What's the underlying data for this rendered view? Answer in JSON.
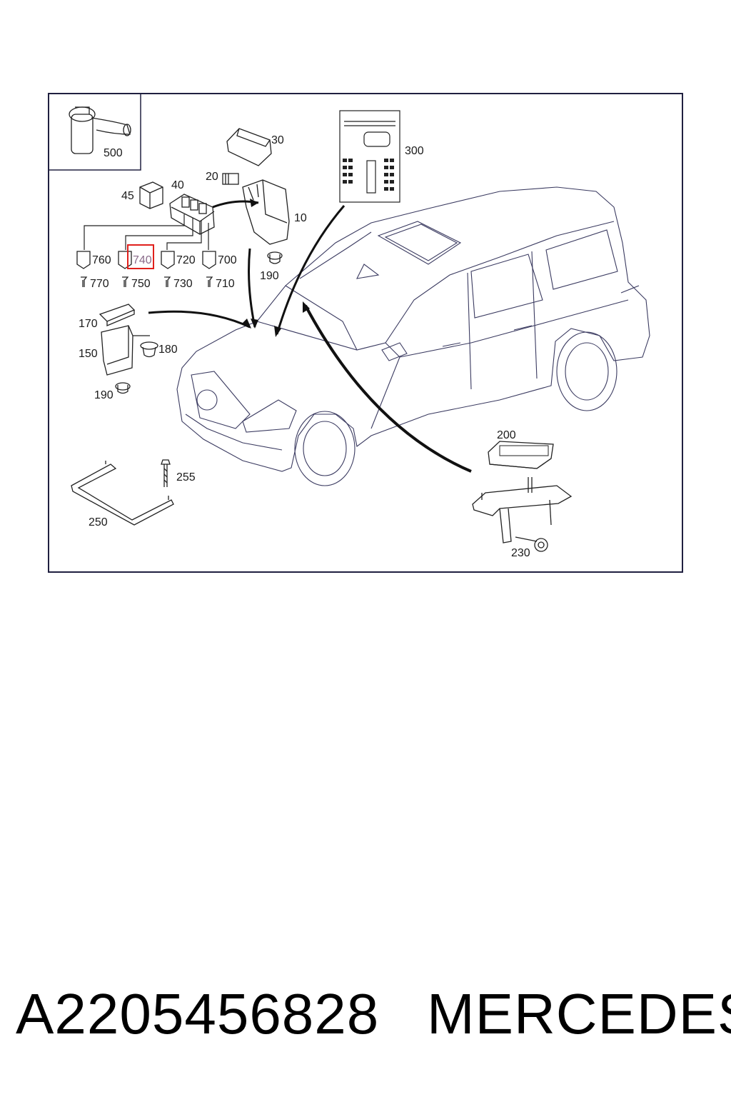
{
  "diagram": {
    "callouts": [
      "500",
      "30",
      "300",
      "20",
      "40",
      "45",
      "10",
      "760",
      "740",
      "720",
      "700",
      "190",
      "770",
      "750",
      "730",
      "710",
      "170",
      "180",
      "150",
      "190",
      "200",
      "255",
      "250",
      "230"
    ],
    "highlighted_callout": "740",
    "highlight_color": "#e0201c"
  },
  "footer": {
    "part_number": "A2205456828",
    "brand": "MERCEDES"
  }
}
